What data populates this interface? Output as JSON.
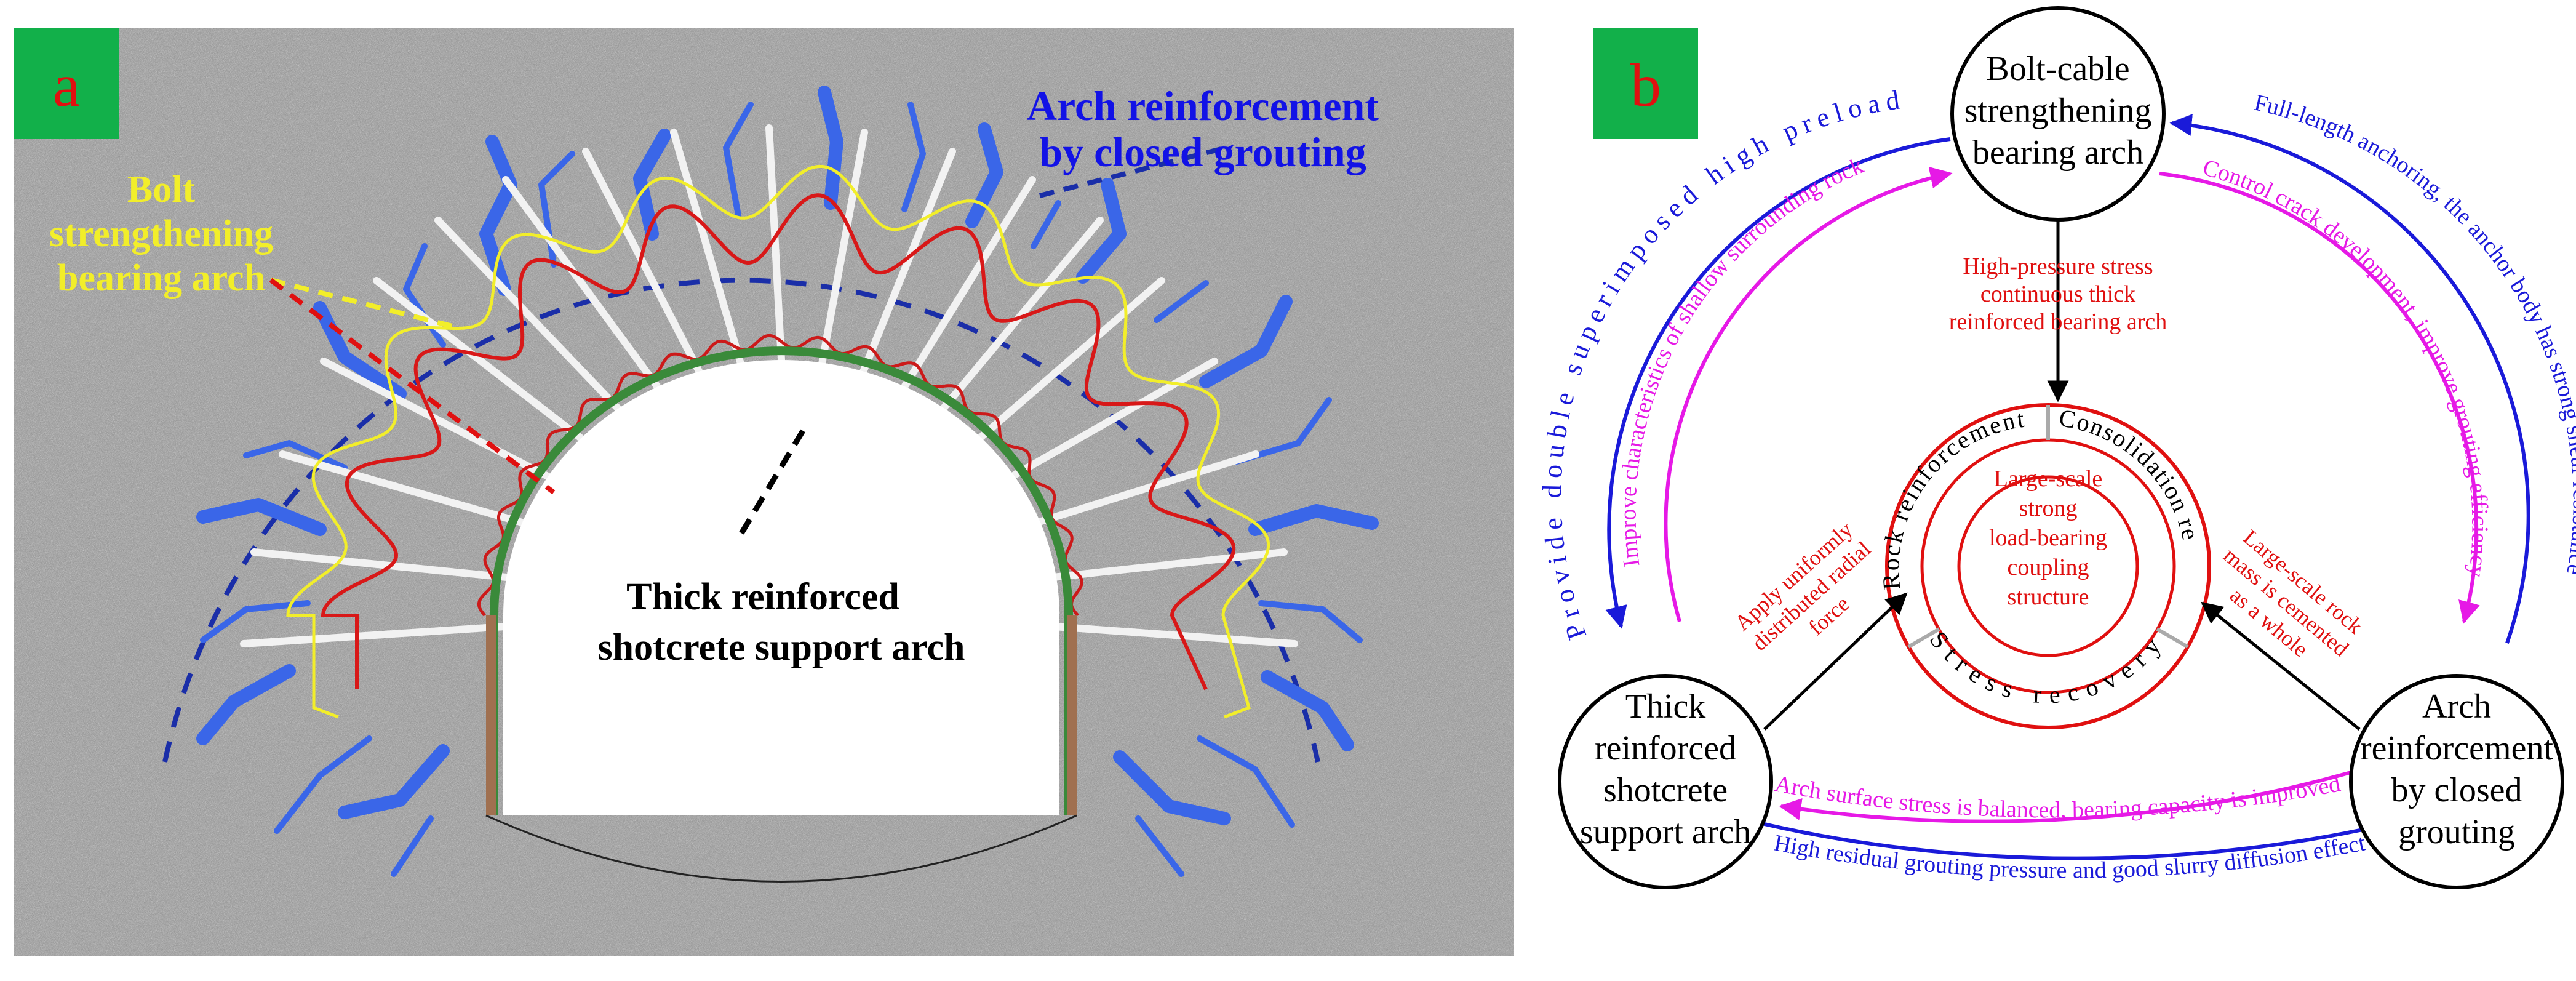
{
  "panel_a": {
    "label": "a",
    "grouting_label": [
      "Arch reinforcement",
      "by closed grouting"
    ],
    "bolt_label": [
      "Bolt",
      "strengthening",
      "bearing arch"
    ],
    "shotcrete_label": [
      "Thick reinforced",
      "shotcrete support arch"
    ]
  },
  "panel_b": {
    "label": "b",
    "nodes": {
      "top": [
        "Bolt-cable",
        "strengthening",
        "bearing arch"
      ],
      "left": [
        "Thick",
        "reinforced",
        "shotcrete",
        "support arch"
      ],
      "right": [
        "Arch",
        "reinforcement",
        "by closed",
        "grouting"
      ]
    },
    "center": [
      "Large-scale",
      "strong",
      "load-bearing",
      "coupling",
      "structure"
    ],
    "ring": {
      "top_right": "Consolidation repair",
      "top_left": "Rock reinforcement",
      "bottom": "Stress recovery"
    },
    "arrows": {
      "top_label": [
        "High-pressure stress",
        "continuous thick",
        "reinforced bearing arch"
      ],
      "left_label": [
        "Apply uniformly",
        "distributed radial",
        "force"
      ],
      "right_label": [
        "Large-scale rock",
        "mass is cemented",
        "as a whole"
      ]
    },
    "outer": {
      "left_blue": "Provide double superimposed high preload",
      "left_magenta": "Improve characteristics of shallow surrounding rock",
      "right_blue": "Full-length anchoring, the anchor body has strong shear resistance",
      "right_magenta": "Control crack development, improve grouting efficiency",
      "bottom_magenta": "Arch surface stress is balanced, bearing capacity is improved",
      "bottom_blue": "High residual grouting pressure and good slurry diffusion effect"
    },
    "colors": {
      "blue": "#1a1ad9",
      "magenta": "#e619e6",
      "red": "#e01010",
      "black": "#000000"
    }
  }
}
